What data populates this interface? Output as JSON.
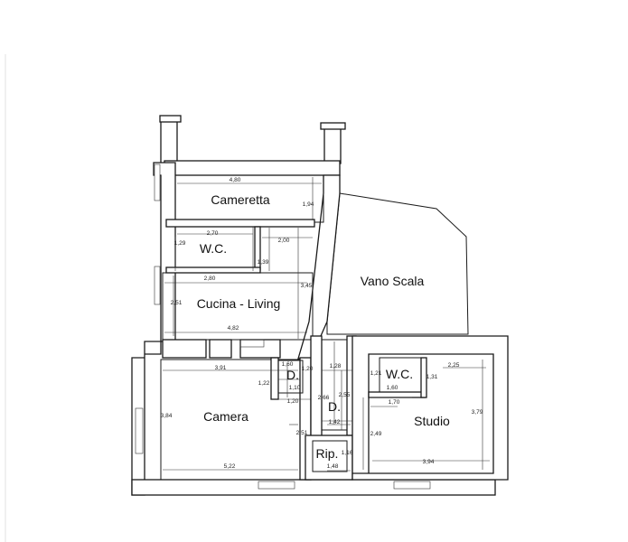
{
  "rooms": {
    "cameretta": "Cameretta",
    "wc_top": "W.C.",
    "cucina": "Cucina - Living",
    "vano_scala": "Vano Scala",
    "camera": "Camera",
    "disimpegno_1": "D.",
    "disimpegno_2": "D.",
    "wc_right": "W.C.",
    "studio": "Studio",
    "ripostiglio": "Rip."
  },
  "dimensions": {
    "cameretta_w": "4,80",
    "cameretta_h": "1,94",
    "wc_top_w": "2,70",
    "wc_top_h": "1,29",
    "wc_top_inner": "2,00",
    "wc_top_side": "1,39",
    "cucina_top": "2,80",
    "cucina_h": "3,45",
    "cucina_left": "2,51",
    "cucina_w": "4,82",
    "camera_top": "3,91",
    "camera_left": "3,84",
    "camera_w": "5,22",
    "camera_side": "2,51",
    "camera_small": "1,22",
    "d1_w": "1,60",
    "d1_h": "1,20",
    "d1_inner": "1,10",
    "d1_bottom": "1,20",
    "d2_top": "1,28",
    "d2_h1": "2,66",
    "d2_h2": "2,55",
    "d2_w": "1,42",
    "rip_h": "1,16",
    "rip_w": "1,48",
    "wc_right_h": "1,21",
    "wc_right_w": "1,60",
    "wc_right_side": "1,31",
    "studio_top": "2,25",
    "studio_mid": "1,70",
    "studio_h": "3,79",
    "studio_left": "2,49",
    "studio_w": "3,94"
  }
}
